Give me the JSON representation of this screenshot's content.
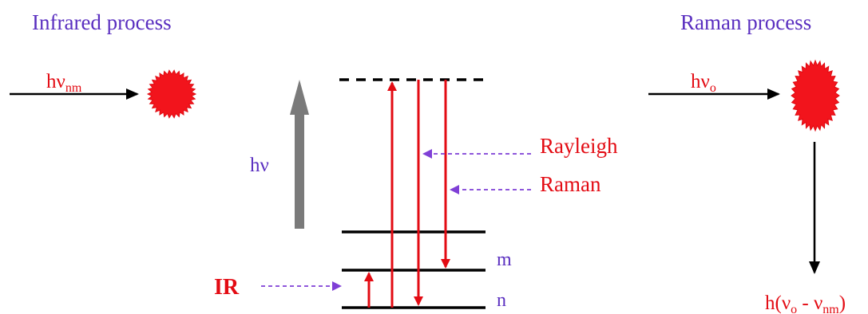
{
  "colors": {
    "title": "#5a2fc0",
    "red": "#e30b13",
    "purple": "#7f3fd6",
    "black": "#000000",
    "gray_arrow": "#7a7a7a"
  },
  "infrared": {
    "title": "Infrared process",
    "photon_h": "hν",
    "photon_sub": "nm",
    "molecule_icon": "red-starburst-molecule"
  },
  "raman": {
    "title": "Raman process",
    "photon_h": "hν",
    "photon_sub": "o",
    "molecule_icon": "red-starburst-molecule",
    "scattered": {
      "p1": "h(ν",
      "s1": "o",
      "p2": " - ν",
      "s2": "nm",
      "p3": ")"
    }
  },
  "energy": {
    "hv_label": "hν",
    "level_m": "m",
    "level_n": "n",
    "rayleigh_label": "Rayleigh",
    "raman_label": "Raman",
    "ir_label": "IR"
  }
}
